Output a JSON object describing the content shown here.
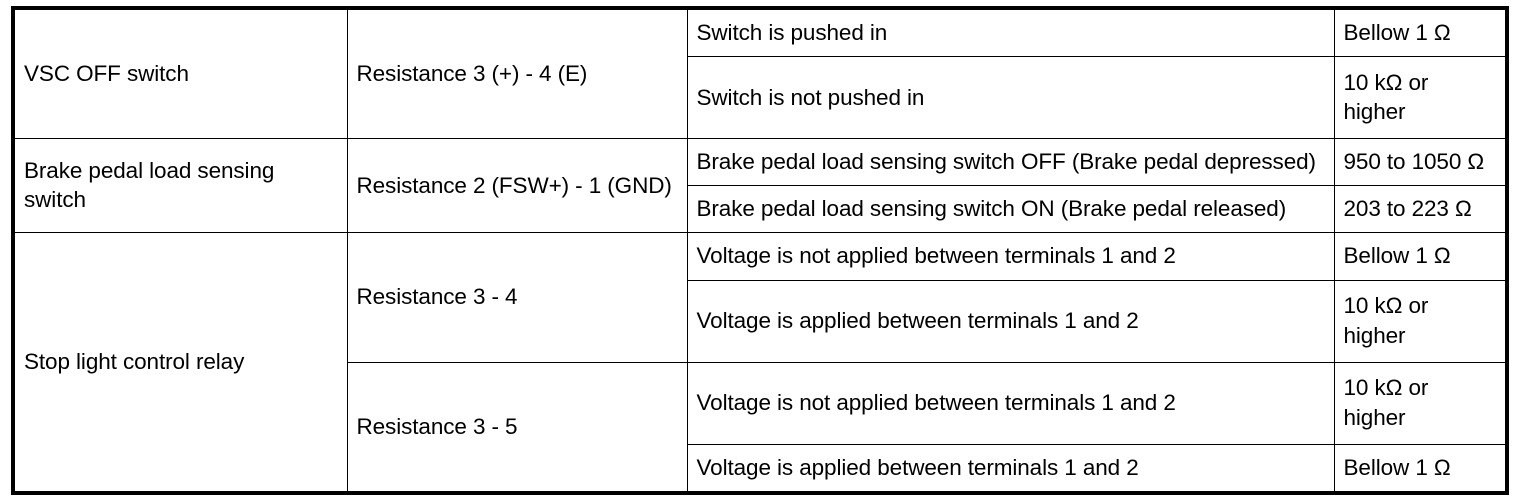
{
  "table": {
    "rows": [
      {
        "component": "VSC OFF switch",
        "measurement": "Resistance 3 (+) - 4 (E)",
        "conditions": [
          {
            "condition": "Switch is pushed in",
            "value": "Bellow 1 Ω"
          },
          {
            "condition": "Switch is not pushed in",
            "value": "10 kΩ or higher"
          }
        ]
      },
      {
        "component": "Brake pedal load sensing switch",
        "measurement": "Resistance 2 (FSW+) - 1 (GND)",
        "conditions": [
          {
            "condition": "Brake pedal load sensing switch OFF (Brake pedal depressed)",
            "value": "950 to 1050 Ω"
          },
          {
            "condition": "Brake pedal load sensing switch ON (Brake pedal released)",
            "value": "203 to 223 Ω"
          }
        ]
      },
      {
        "component": "Stop light control relay",
        "measurements": [
          {
            "measurement": "Resistance 3 - 4",
            "conditions": [
              {
                "condition": "Voltage is not applied between terminals 1 and 2",
                "value": "Bellow 1 Ω"
              },
              {
                "condition": "Voltage is applied between terminals 1 and 2",
                "value": "10 kΩ or higher"
              }
            ]
          },
          {
            "measurement": "Resistance 3 - 5",
            "conditions": [
              {
                "condition": "Voltage is not applied between terminals 1 and 2",
                "value": "10 kΩ or higher"
              },
              {
                "condition": "Voltage is applied between terminals 1 and 2",
                "value": "Bellow 1 Ω"
              }
            ]
          }
        ]
      }
    ]
  }
}
